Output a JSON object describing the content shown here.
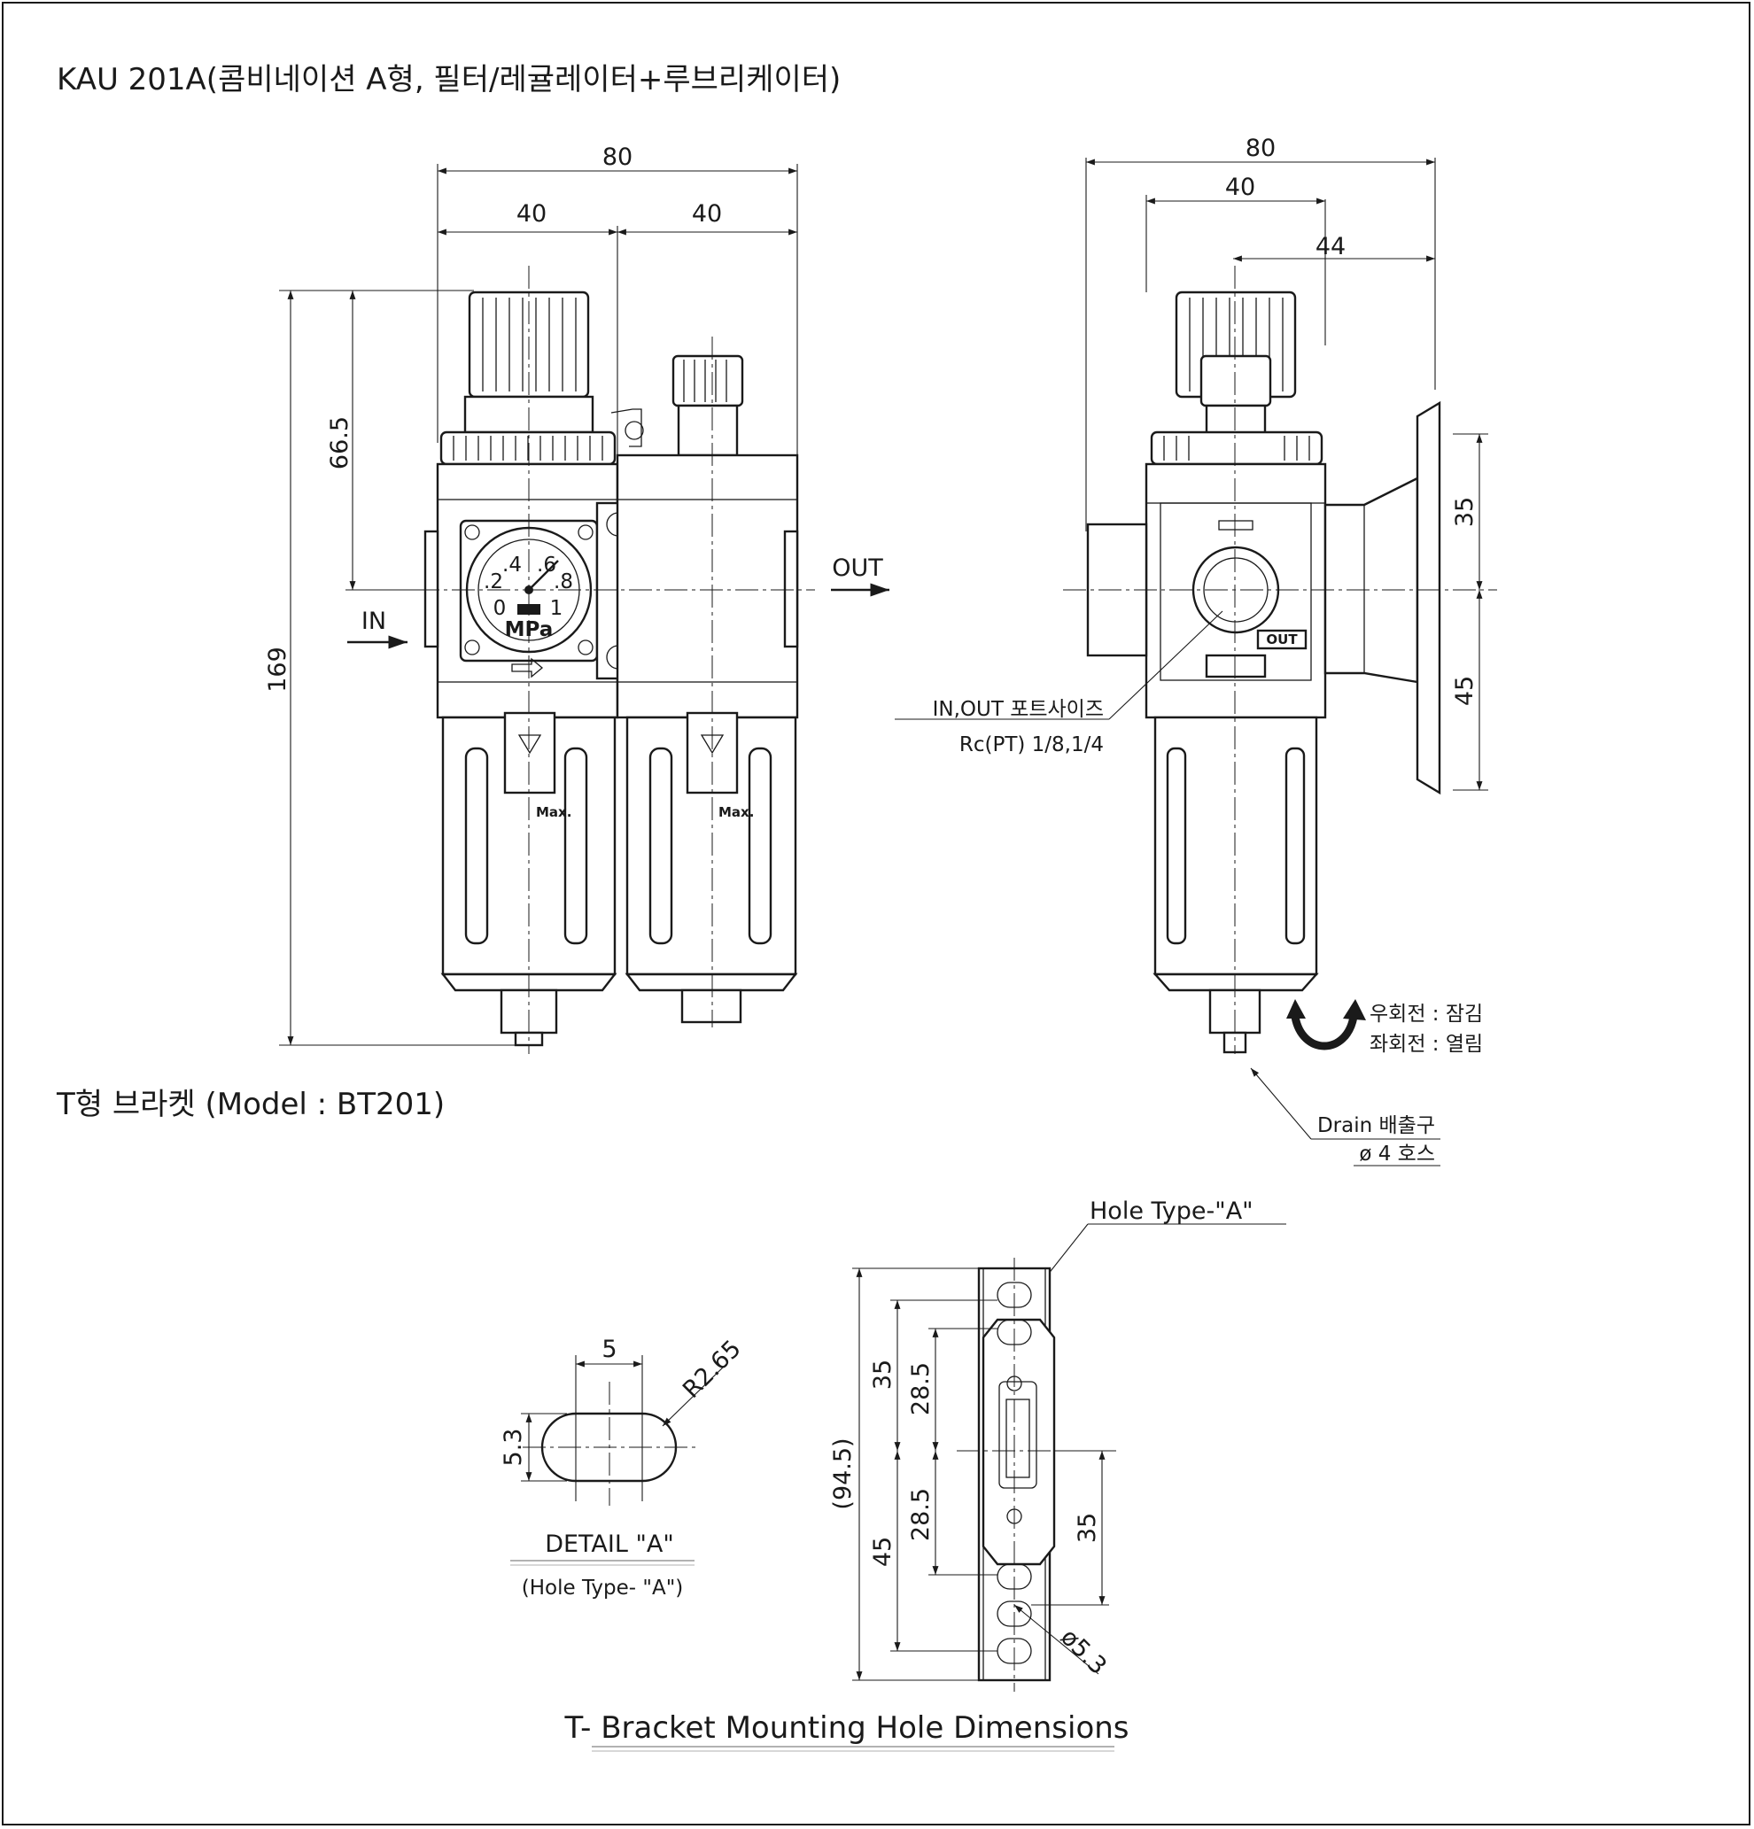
{
  "title": "KAU 201A(콤비네이션 A형, 필터/레귤레이터+루브리케이터)",
  "bracket_title": "T형 브라켓 (Model : BT201)",
  "front_view": {
    "dim_total_width": "80",
    "dim_left_width": "40",
    "dim_right_width": "40",
    "dim_height": "169",
    "dim_upper": "66.5",
    "label_in": "IN",
    "label_out": "OUT",
    "gauge_ticks": [
      ".2",
      ".4",
      ".6",
      ".8",
      "0",
      "1"
    ],
    "gauge_unit": "MPa",
    "bowl_label_left": "Max.",
    "bowl_label_right": "Max."
  },
  "side_view": {
    "dim_total": "80",
    "dim_half": "40",
    "dim_offset": "44",
    "dim_upper_bracket": "35",
    "dim_lower_bracket": "45",
    "out_tag": "OUT",
    "port_note_line1": "IN,OUT 포트사이즈",
    "port_note_line2": "Rc(PT)  1/8,1/4",
    "rotate_right": "우회전 : 잠김",
    "rotate_left": "좌회전 : 열림",
    "drain_line1": "Drain 배출구",
    "drain_line2": "ø 4 호스"
  },
  "detail": {
    "dim_width": "5",
    "dim_radius": "R2.65",
    "dim_height": "5.3",
    "title": "DETAIL  \"A\"",
    "subtitle": "(Hole Type-   \"A\")"
  },
  "bracket": {
    "hole_type_label": "Hole Type-\"A\"",
    "dim_overall": "(94.5)",
    "dim_upper_35": "35",
    "dim_upper_28": "28.5",
    "dim_lower_28": "28.5",
    "dim_lower_45": "45",
    "dim_right_35": "35",
    "dim_hole": "ø5.3",
    "caption": "T- Bracket  Mounting Hole Dimensions"
  }
}
